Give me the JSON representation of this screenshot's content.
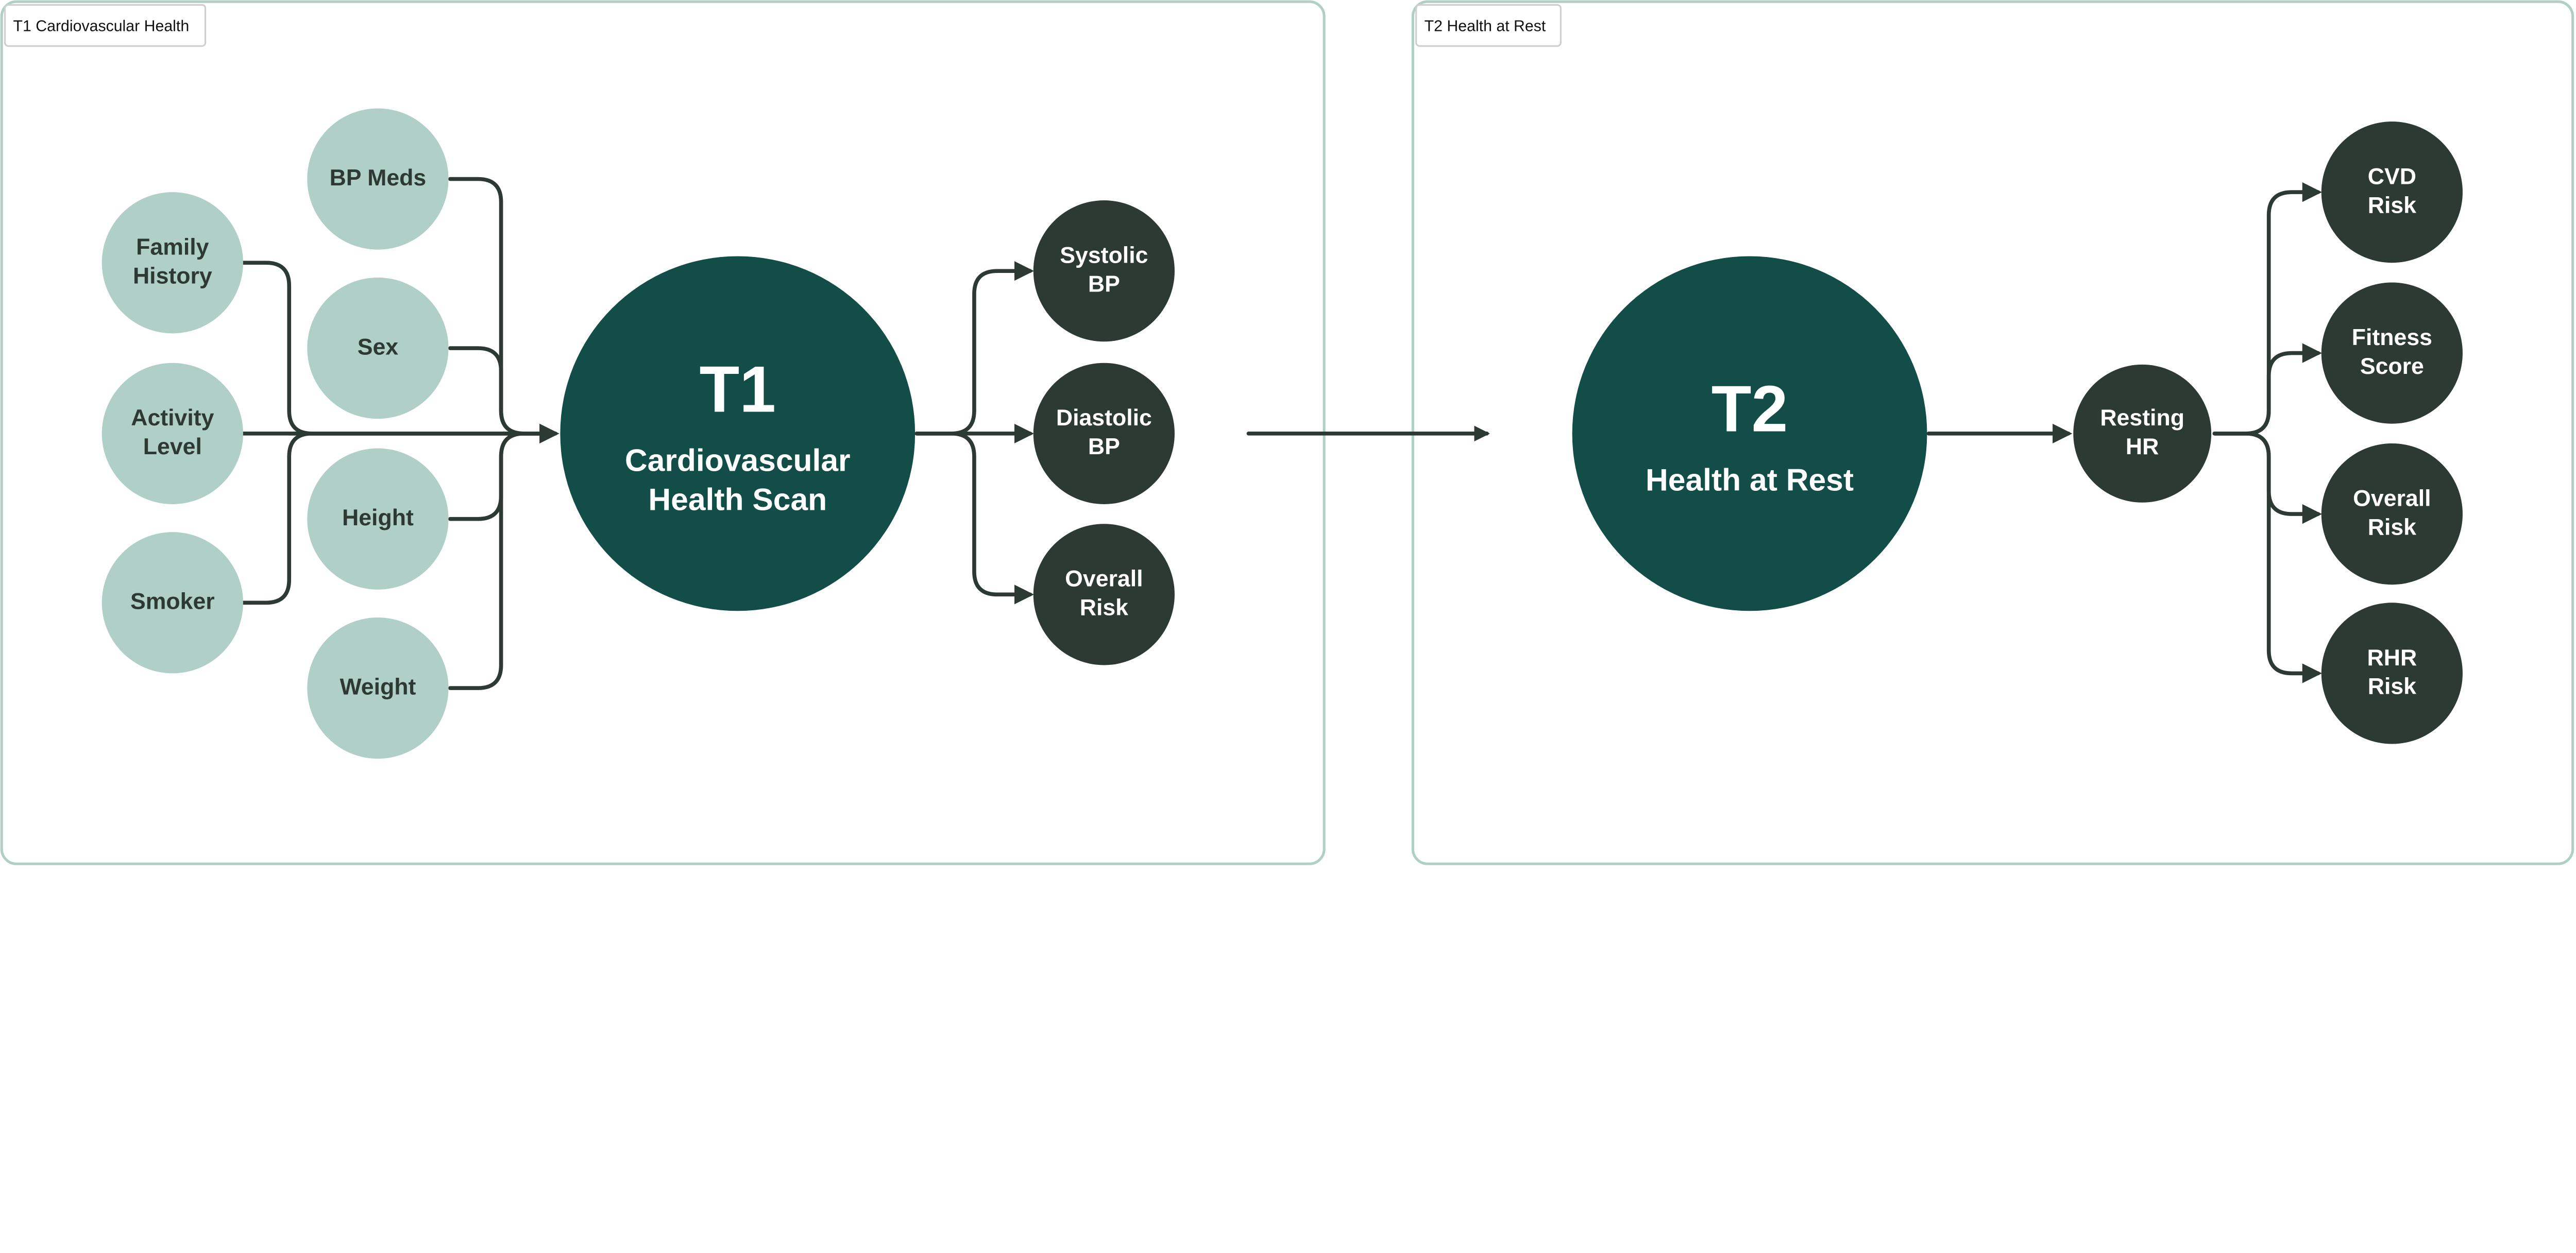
{
  "panels": [
    {
      "label": "T1 Cardiovascular Health"
    },
    {
      "label": "T2 Health at Rest"
    }
  ],
  "t1": {
    "inputs_col1": [
      [
        "Family",
        "History"
      ],
      [
        "Activity",
        "Level"
      ],
      [
        "Smoker"
      ]
    ],
    "inputs_col2": [
      [
        "BP Meds"
      ],
      [
        "Sex"
      ],
      [
        "Height"
      ],
      [
        "Weight"
      ]
    ],
    "hub": {
      "code": "T1",
      "lines": [
        "Cardiovascular",
        "Health Scan"
      ]
    },
    "outputs": [
      [
        "Systolic",
        "BP"
      ],
      [
        "Diastolic",
        "BP"
      ],
      [
        "Overall",
        "Risk"
      ]
    ]
  },
  "t2": {
    "hub": {
      "code": "T2",
      "lines": [
        "Health at Rest"
      ]
    },
    "intermediate": [
      "Resting",
      "HR"
    ],
    "outputs": [
      [
        "CVD",
        "Risk"
      ],
      [
        "Fitness",
        "Score"
      ],
      [
        "Overall",
        "Risk"
      ],
      [
        "RHR",
        "Risk"
      ]
    ]
  },
  "colors": {
    "input_node": "#b0cfc6",
    "output_node": "#2d3a33",
    "hub_node": "#134d47",
    "edge": "#2d3a33",
    "panel_border": "#b0cfc6"
  }
}
